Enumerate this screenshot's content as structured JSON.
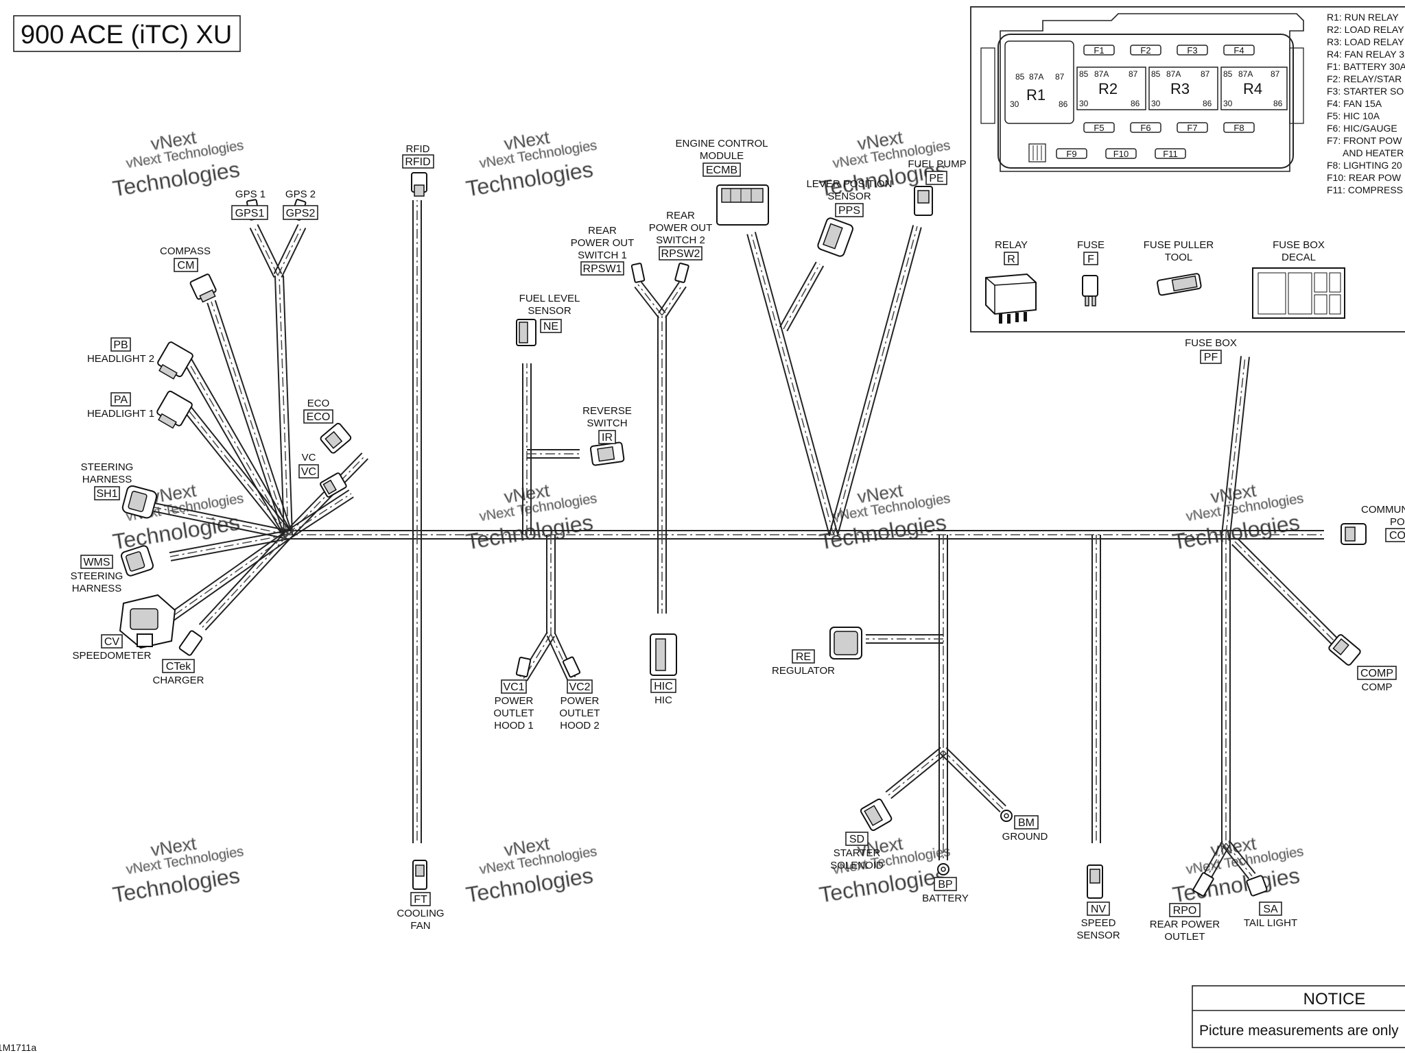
{
  "title": "900 ACE (iTC) XU",
  "figure_id": "41M1711a",
  "notice": {
    "heading": "NOTICE",
    "text": "Picture measurements are only"
  },
  "watermark": [
    "vNext Technologies",
    "vNext",
    "Technologies"
  ],
  "fuse_box": {
    "relays": [
      "R1",
      "R2",
      "R3",
      "R4"
    ],
    "relay_pins": [
      "85",
      "87A",
      "87",
      "30",
      "86"
    ],
    "fuses_top": [
      "F1",
      "F2",
      "F3",
      "F4"
    ],
    "fuses_mid": [
      "F5",
      "F6",
      "F7",
      "F8"
    ],
    "fuses_bottom": [
      "F9",
      "F10",
      "F11"
    ],
    "legend": [
      "R1: RUN RELAY",
      "R2: LOAD RELAY",
      "R3: LOAD RELAY",
      "R4: FAN RELAY 3",
      "F1: BATTERY 30A",
      "F2: RELAY/STAR",
      "F3: STARTER SO",
      "F4: FAN 15A",
      "F5: HIC 10A",
      "F6: HIC/GAUGE",
      "F7: FRONT POW",
      "AND HEATER",
      "F8: LIGHTING 20",
      "F10: REAR POW",
      "F11: COMPRESS"
    ],
    "parts": [
      {
        "name": [
          "RELAY"
        ],
        "code": "R"
      },
      {
        "name": [
          "FUSE"
        ],
        "code": "F"
      },
      {
        "name": [
          "FUSE PULLER",
          "TOOL"
        ],
        "code": ""
      },
      {
        "name": [
          "FUSE BOX",
          "DECAL"
        ],
        "code": ""
      }
    ]
  },
  "connectors": {
    "gps1": {
      "name": [
        "GPS 1"
      ],
      "code": "GPS1"
    },
    "gps2": {
      "name": [
        "GPS 2"
      ],
      "code": "GPS2"
    },
    "compass": {
      "name": [
        "COMPASS"
      ],
      "code": "CM"
    },
    "headlight2": {
      "name": [
        "HEADLIGHT 2"
      ],
      "code": "PB"
    },
    "headlight1": {
      "name": [
        "HEADLIGHT 1"
      ],
      "code": "PA"
    },
    "steering1": {
      "name": [
        "STEERING",
        "HARNESS"
      ],
      "code": "SH1"
    },
    "steering2": {
      "name": [
        "STEERING",
        "HARNESS"
      ],
      "code": "WMS"
    },
    "speedometer": {
      "name": [
        "SPEEDOMETER"
      ],
      "code": "CV"
    },
    "charger": {
      "name": [
        "CHARGER"
      ],
      "code": "CTek"
    },
    "eco": {
      "name": [
        "ECO"
      ],
      "code": "ECO"
    },
    "vc": {
      "name": [
        "VC"
      ],
      "code": "VC"
    },
    "rfid": {
      "name": [
        "RFID"
      ],
      "code": "RFID"
    },
    "cooling_fan": {
      "name": [
        "COOLING",
        "FAN"
      ],
      "code": "FT"
    },
    "fuel_level": {
      "name": [
        "FUEL LEVEL",
        "SENSOR"
      ],
      "code": "NE"
    },
    "reverse": {
      "name": [
        "REVERSE",
        "SWITCH"
      ],
      "code": "IR"
    },
    "vc1": {
      "name": [
        "POWER",
        "OUTLET",
        "HOOD 1"
      ],
      "code": "VC1"
    },
    "vc2": {
      "name": [
        "POWER",
        "OUTLET",
        "HOOD 2"
      ],
      "code": "VC2"
    },
    "rpsw1": {
      "name": [
        "REAR",
        "POWER OUT",
        "SWITCH 1"
      ],
      "code": "RPSW1"
    },
    "rpsw2": {
      "name": [
        "REAR",
        "POWER OUT",
        "SWITCH 2"
      ],
      "code": "RPSW2"
    },
    "hic": {
      "name": [
        "HIC"
      ],
      "code": "HIC"
    },
    "ecm": {
      "name": [
        "ENGINE CONTROL",
        "MODULE"
      ],
      "code": "ECMB"
    },
    "pps": {
      "name": [
        "LEVER POSITION",
        "SENSOR"
      ],
      "code": "PPS"
    },
    "fuel_pump": {
      "name": [
        "FUEL PUMP"
      ],
      "code": "PE"
    },
    "regulator": {
      "name": [
        "REGULATOR"
      ],
      "code": "RE"
    },
    "starter": {
      "name": [
        "STARTER",
        "SOLENOID"
      ],
      "code": "SD"
    },
    "battery": {
      "name": [
        "BATTERY"
      ],
      "code": "BP"
    },
    "ground": {
      "name": [
        "GROUND"
      ],
      "code": "BM"
    },
    "speed_sensor": {
      "name": [
        "SPEED",
        "SENSOR"
      ],
      "code": "NV"
    },
    "rear_outlet": {
      "name": [
        "REAR POWER",
        "OUTLET"
      ],
      "code": "RPO"
    },
    "tail_light": {
      "name": [
        "TAIL LIGHT"
      ],
      "code": "SA"
    },
    "fuse_box_conn": {
      "name": [
        "FUSE BOX"
      ],
      "code": "PF"
    },
    "comm_port": {
      "name": [
        "COMMUN",
        "PO"
      ],
      "code": "CO"
    },
    "comp": {
      "name": [
        "COMP"
      ],
      "code": "COMP"
    }
  }
}
